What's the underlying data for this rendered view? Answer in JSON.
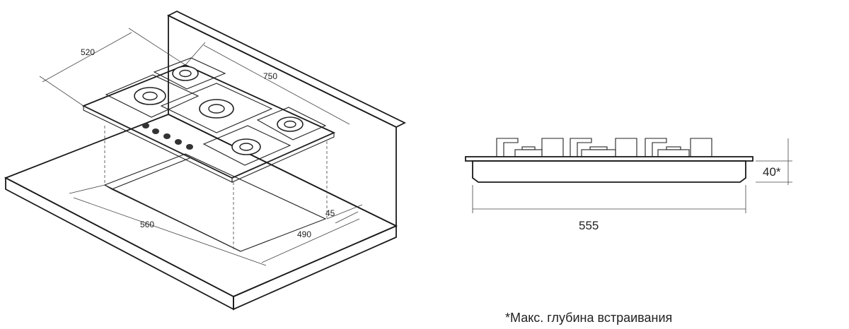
{
  "dimensions_iso": {
    "width_top": "520",
    "length_top": "750",
    "cutout_length": "560",
    "cutout_depth": "490",
    "edge_offset": "45"
  },
  "dimensions_side": {
    "width": "555",
    "depth": "40*"
  },
  "footnote": "*Макс. глубина встраивания"
}
